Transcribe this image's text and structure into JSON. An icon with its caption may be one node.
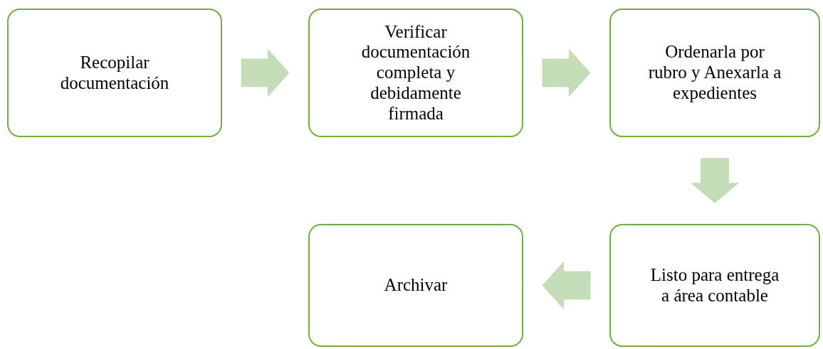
{
  "diagram": {
    "nodes": [
      {
        "text": [
          "Recopilar documentación"
        ]
      },
      {
        "text": [
          "Verificar documentación completa y debidamente firmada"
        ]
      },
      {
        "text": [
          "Ordenarla por rubro y Anexarla a expedientes"
        ]
      },
      {
        "text": [
          "Listo para entrega a área contable"
        ]
      },
      {
        "text": [
          "Archivar"
        ]
      }
    ],
    "edges": [
      {
        "from": 0,
        "to": 1,
        "arrow": "to"
      },
      {
        "from": 1,
        "to": 2,
        "arrow": "to"
      },
      {
        "from": 2,
        "to": 3,
        "arrow": "to"
      },
      {
        "from": 3,
        "to": 4,
        "arrow": "to"
      }
    ]
  }
}
